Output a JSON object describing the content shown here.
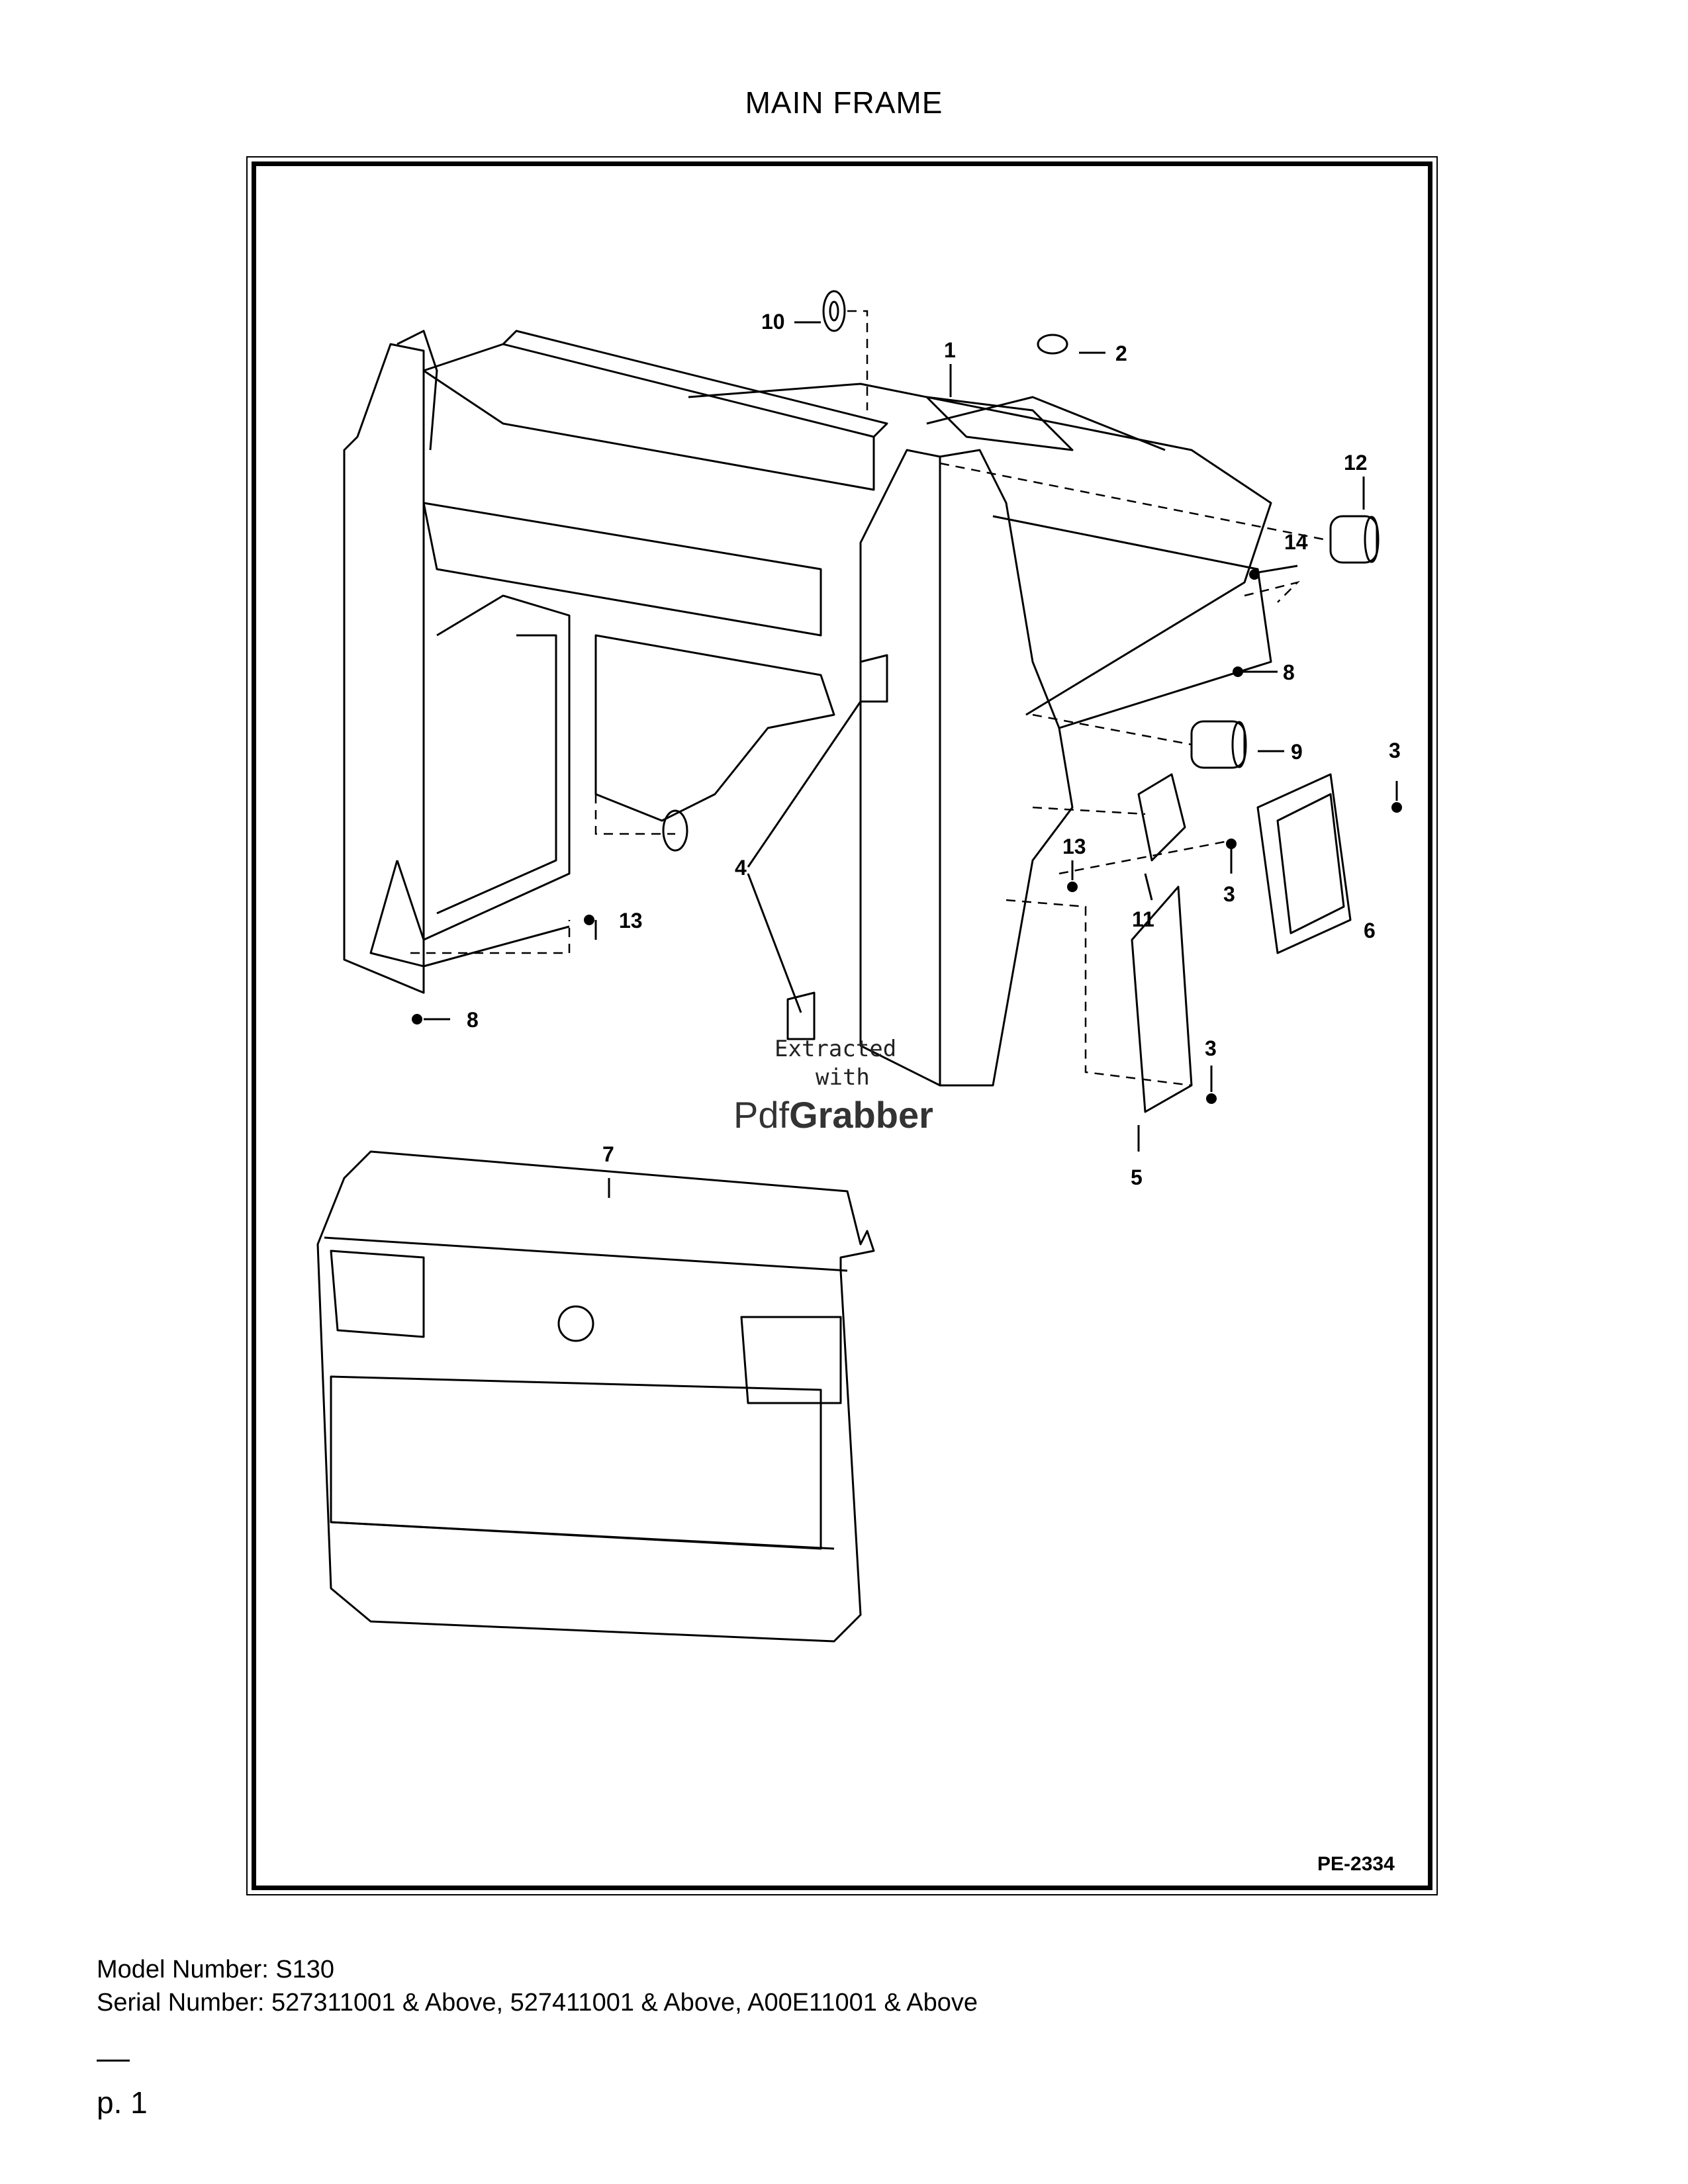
{
  "page": {
    "title": "MAIN FRAME",
    "figure_code": "PE-2334",
    "watermark_line1": "Extracted",
    "watermark_line2": "with",
    "watermark_brand_part1": "Pdf",
    "watermark_brand_part2": "Grabber",
    "model_number": "Model Number: S130",
    "serial_number": "Serial Number: 527311001 & Above, 527411001 & Above, A00E11001 & Above",
    "page_number": "p. 1"
  },
  "callouts": {
    "c1": "1",
    "c2": "2",
    "c3a": "3",
    "c3b": "3",
    "c3c": "3",
    "c4": "4",
    "c5": "5",
    "c6": "6",
    "c7": "7",
    "c8a": "8",
    "c8b": "8",
    "c9": "9",
    "c10": "10",
    "c11": "11",
    "c12": "12",
    "c13a": "13",
    "c13b": "13",
    "c14": "14"
  }
}
